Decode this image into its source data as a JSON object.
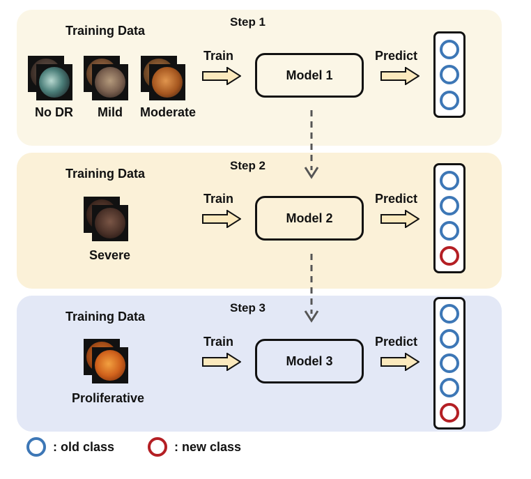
{
  "steps": [
    {
      "label": "Step 1",
      "training_label": "Training Data",
      "image_labels": [
        "No DR",
        "Mild",
        "Moderate"
      ],
      "train_label": "Train",
      "model_label": "Model 1",
      "predict_label": "Predict",
      "outputs": [
        "old",
        "old",
        "old"
      ]
    },
    {
      "label": "Step 2",
      "training_label": "Training Data",
      "image_labels": [
        "Severe"
      ],
      "train_label": "Train",
      "model_label": "Model 2",
      "predict_label": "Predict",
      "outputs": [
        "old",
        "old",
        "old",
        "new"
      ]
    },
    {
      "label": "Step 3",
      "training_label": "Training Data",
      "image_labels": [
        "Proliferative"
      ],
      "train_label": "Train",
      "model_label": "Model 3",
      "predict_label": "Predict",
      "outputs": [
        "old",
        "old",
        "old",
        "old",
        "new"
      ]
    }
  ],
  "legend": {
    "old_label": ": old class",
    "new_label": ": new class"
  },
  "colors": {
    "old_class": "#3d77b6",
    "new_class": "#b41f24",
    "step1_bg": "#fbf6e6",
    "step2_bg": "#fbf1d8",
    "step3_bg": "#e3e8f6"
  }
}
